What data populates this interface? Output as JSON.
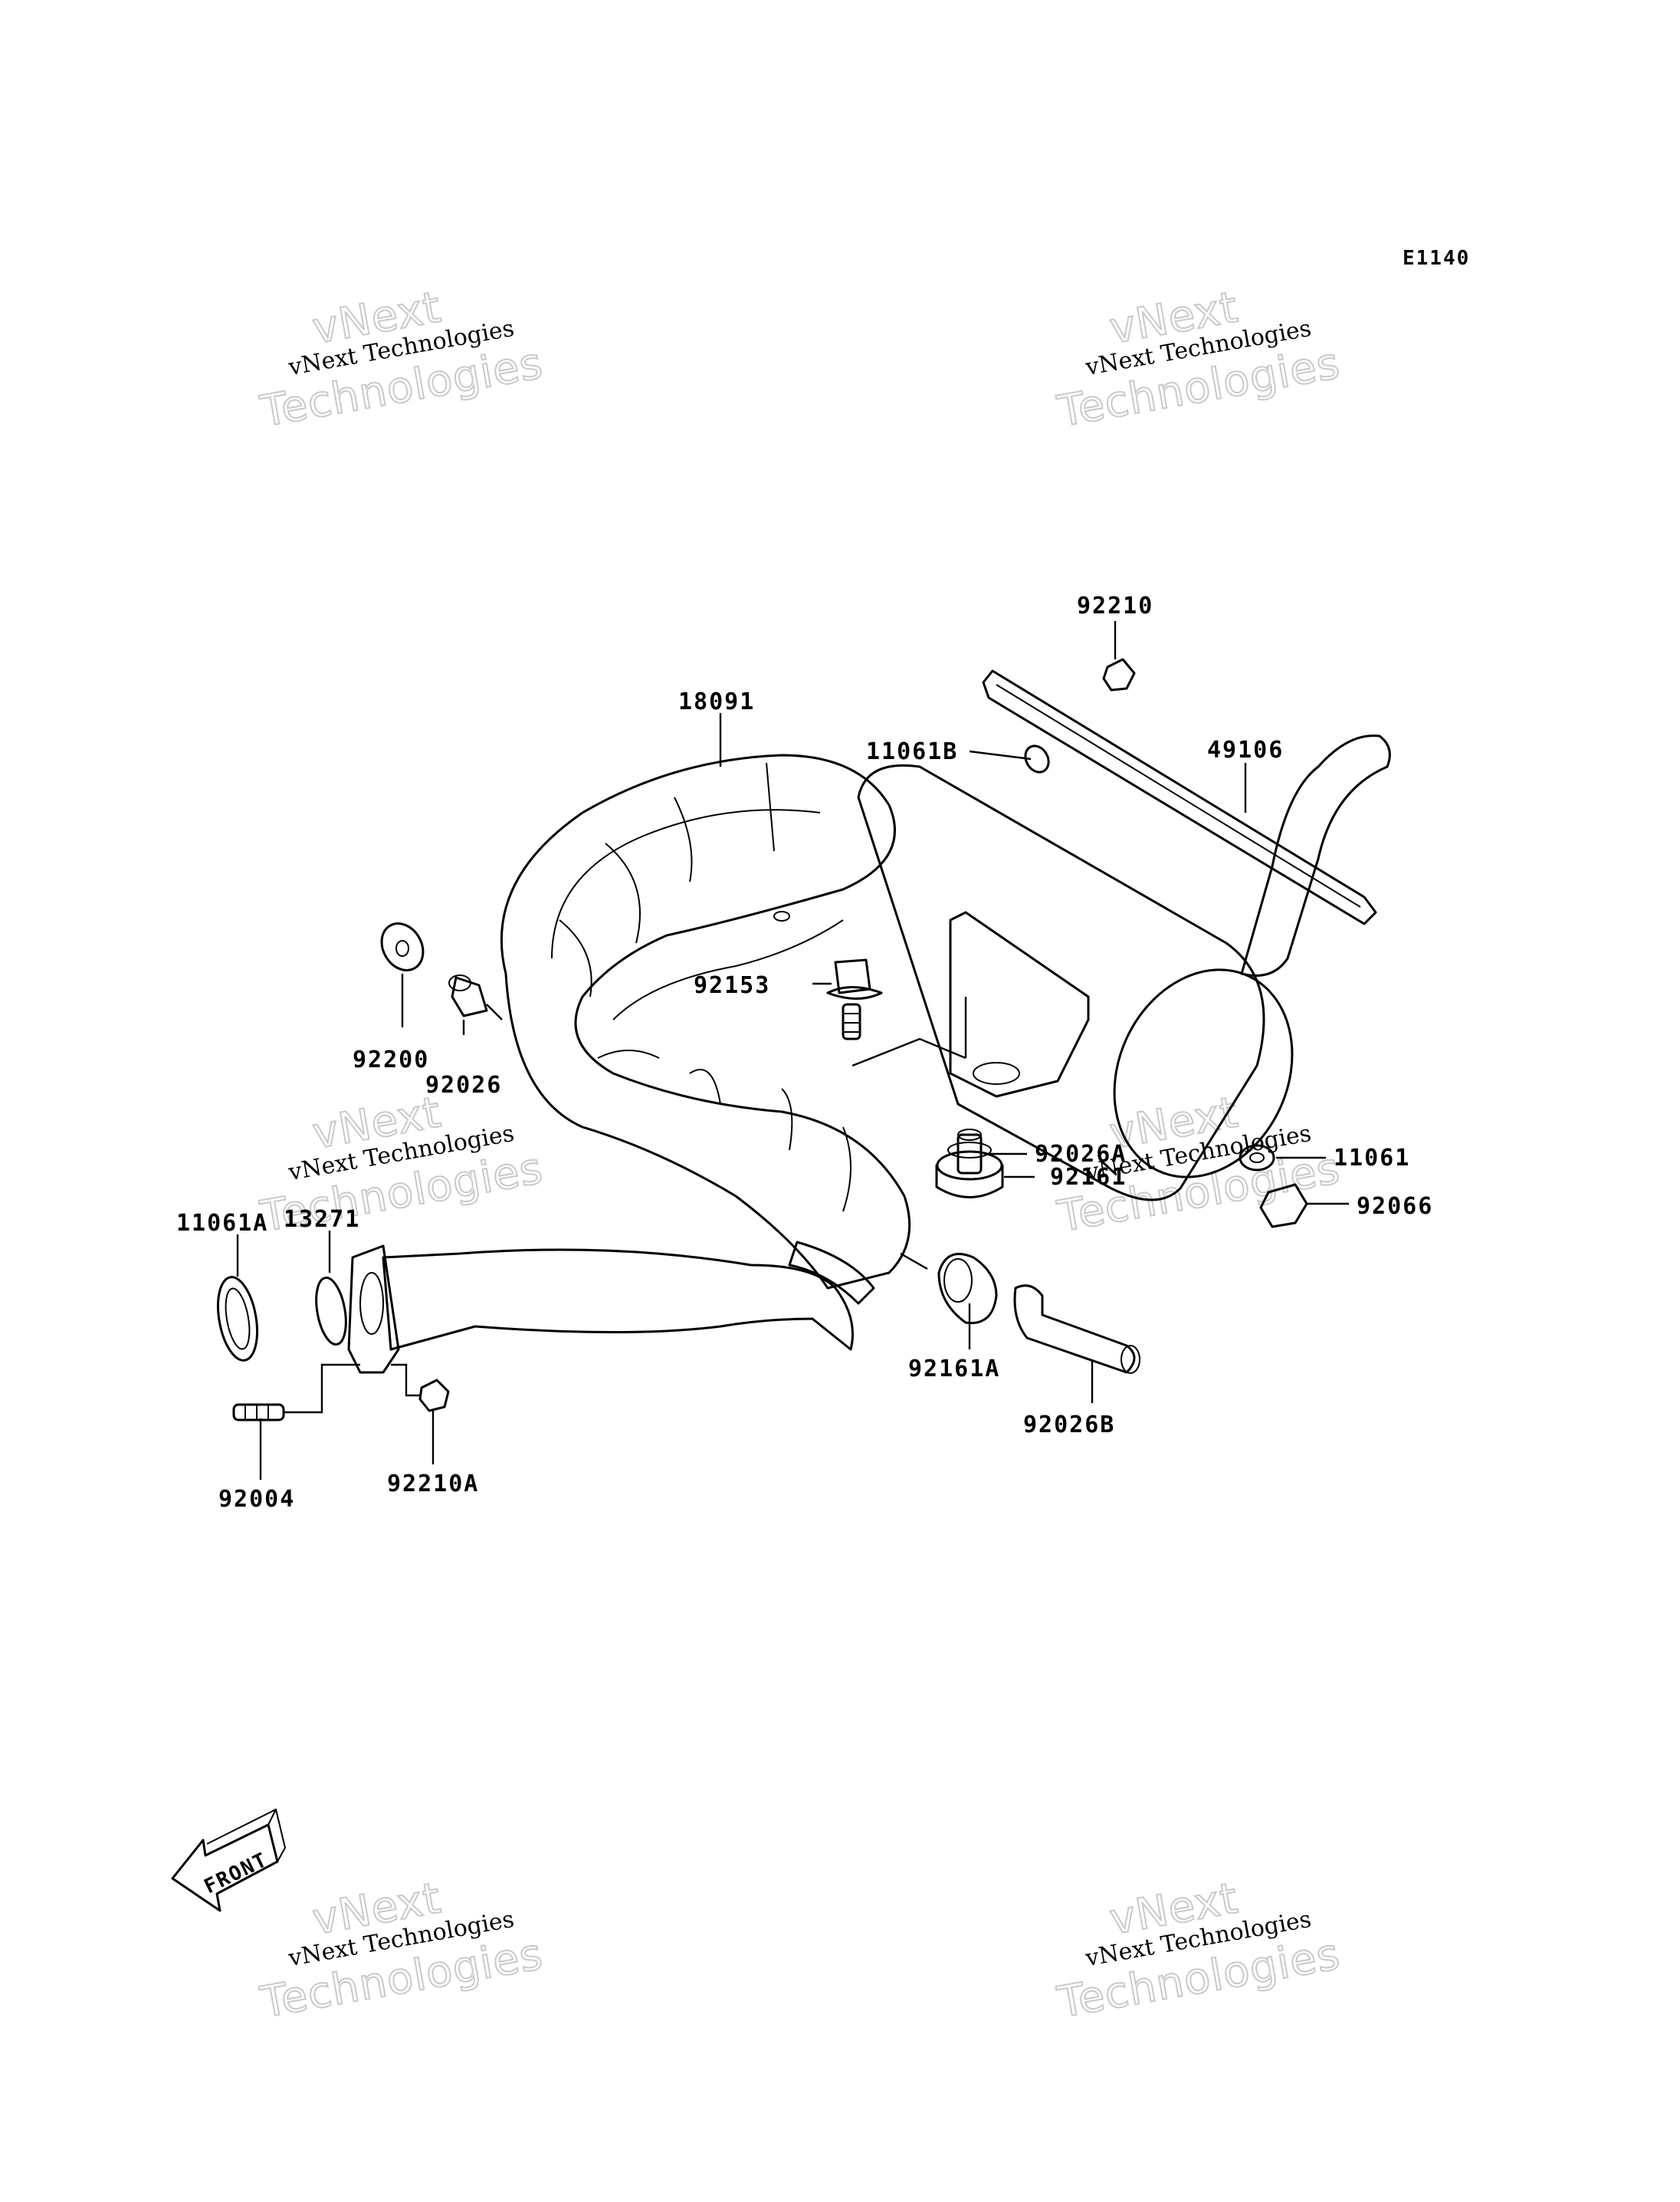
{
  "diagram_code": "E1140",
  "direction_label": "FRONT",
  "watermark": {
    "line1": "vNext",
    "line2": "vNext Technologies",
    "line3": "Technologies"
  },
  "part_labels": [
    {
      "id": "p92210",
      "text": "92210"
    },
    {
      "id": "p18091",
      "text": "18091"
    },
    {
      "id": "p11061B",
      "text": "11061B"
    },
    {
      "id": "p49106",
      "text": "49106"
    },
    {
      "id": "p92153",
      "text": "92153"
    },
    {
      "id": "p92200",
      "text": "92200"
    },
    {
      "id": "p92026",
      "text": "92026"
    },
    {
      "id": "p92026A",
      "text": "92026A"
    },
    {
      "id": "p92161",
      "text": "92161"
    },
    {
      "id": "p11061",
      "text": "11061"
    },
    {
      "id": "p92066",
      "text": "92066"
    },
    {
      "id": "p11061A",
      "text": "11061A"
    },
    {
      "id": "p13271",
      "text": "13271"
    },
    {
      "id": "p92161A",
      "text": "92161A"
    },
    {
      "id": "p92026B",
      "text": "92026B"
    },
    {
      "id": "p92004",
      "text": "92004"
    },
    {
      "id": "p92210A",
      "text": "92210A"
    }
  ]
}
